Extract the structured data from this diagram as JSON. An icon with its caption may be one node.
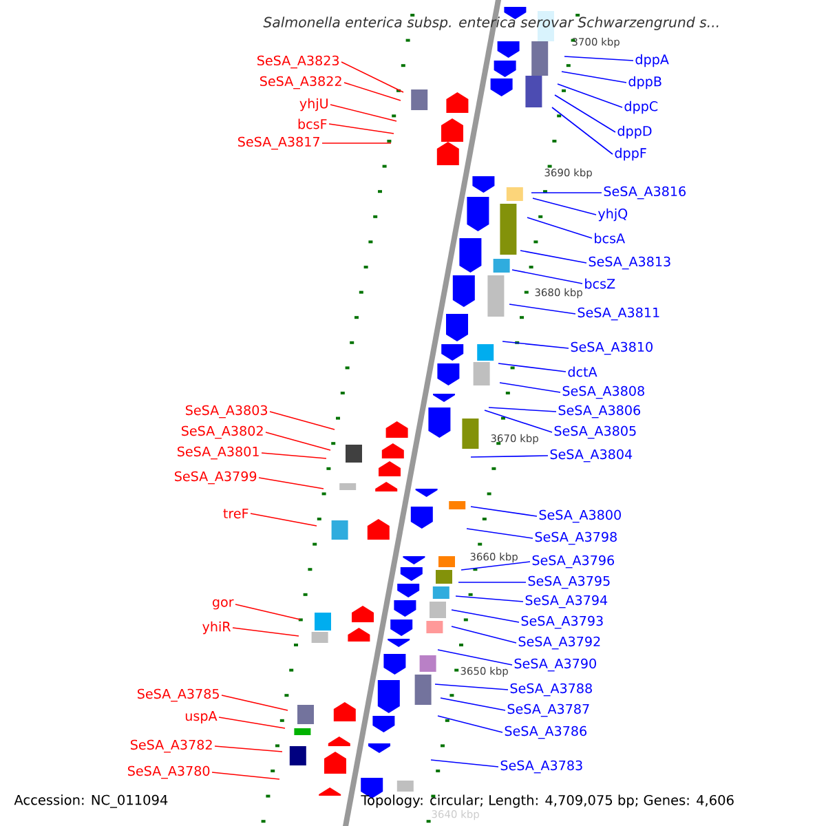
{
  "diagram": {
    "title": "Salmonella enterica subsp. enterica serovar Schwarzengrund s...",
    "nodes": [
      {
        "text": [
          "SeSA_A3823"
        ]
      },
      {
        "text": [
          "SeSA_A3822"
        ]
      },
      {
        "text": [
          "yhjU"
        ]
      },
      {
        "text": [
          "bcsF"
        ]
      },
      {
        "text": [
          "SeSA_A3817"
        ]
      },
      {
        "text": [
          "SeSA_A3803"
        ]
      },
      {
        "text": [
          "SeSA_A3802"
        ]
      },
      {
        "text": [
          "SeSA_A3801"
        ]
      },
      {
        "text": [
          "SeSA_A3799"
        ]
      },
      {
        "text": [
          "treF"
        ]
      },
      {
        "text": [
          "gor"
        ]
      },
      {
        "text": [
          "yhiR"
        ]
      },
      {
        "text": [
          "SeSA_A3785"
        ]
      },
      {
        "text": [
          "uspA"
        ]
      },
      {
        "text": [
          "SeSA_A3782"
        ]
      },
      {
        "text": [
          "SeSA_A3780"
        ]
      },
      {
        "text": [
          "dppA"
        ]
      },
      {
        "text": [
          "dppB"
        ]
      },
      {
        "text": [
          "dppC"
        ]
      },
      {
        "text": [
          "dppD"
        ]
      },
      {
        "text": [
          "dppF"
        ]
      },
      {
        "text": [
          "SeSA_A3816"
        ]
      },
      {
        "text": [
          "yhjQ"
        ]
      },
      {
        "text": [
          "bcsA"
        ]
      },
      {
        "text": [
          "SeSA_A3813"
        ]
      },
      {
        "text": [
          "bcsZ"
        ]
      },
      {
        "text": [
          "SeSA_A3811"
        ]
      },
      {
        "text": [
          "SeSA_A3810"
        ]
      },
      {
        "text": [
          "dctA"
        ]
      },
      {
        "text": [
          "SeSA_A3808"
        ]
      },
      {
        "text": [
          "SeSA_A3806"
        ]
      },
      {
        "text": [
          "SeSA_A3805"
        ]
      },
      {
        "text": [
          "SeSA_A3804"
        ]
      },
      {
        "text": [
          "SeSA_A3800"
        ]
      },
      {
        "text": [
          "SeSA_A3798"
        ]
      },
      {
        "text": [
          "SeSA_A3796"
        ]
      },
      {
        "text": [
          "SeSA_A3795"
        ]
      },
      {
        "text": [
          "SeSA_A3794"
        ]
      },
      {
        "text": [
          "SeSA_A3793"
        ]
      },
      {
        "text": [
          "SeSA_A3792"
        ]
      },
      {
        "text": [
          "SeSA_A3790"
        ]
      },
      {
        "text": [
          "SeSA_A3788"
        ]
      },
      {
        "text": [
          "SeSA_A3787"
        ]
      },
      {
        "text": [
          "SeSA_A3786"
        ]
      },
      {
        "text": [
          "SeSA_A3783"
        ]
      }
    ],
    "edges": [
      {
        "from": 0,
        "to": null,
        "arrow": "none",
        "color": "#ff0000"
      },
      {
        "from": 1,
        "to": null,
        "arrow": "none",
        "color": "#ff0000"
      },
      {
        "from": 2,
        "to": null,
        "arrow": "none",
        "color": "#ff0000"
      },
      {
        "from": 3,
        "to": null,
        "arrow": "none",
        "color": "#ff0000"
      },
      {
        "from": 4,
        "to": null,
        "arrow": "none",
        "color": "#ff0000"
      },
      {
        "from": 5,
        "to": null,
        "arrow": "none",
        "color": "#ff0000"
      },
      {
        "from": 6,
        "to": null,
        "arrow": "none",
        "color": "#ff0000"
      },
      {
        "from": 7,
        "to": null,
        "arrow": "none",
        "color": "#ff0000"
      },
      {
        "from": 8,
        "to": null,
        "arrow": "none",
        "color": "#ff0000"
      },
      {
        "from": 9,
        "to": null,
        "arrow": "none",
        "color": "#ff0000"
      },
      {
        "from": 10,
        "to": null,
        "arrow": "none",
        "color": "#ff0000"
      },
      {
        "from": 11,
        "to": null,
        "arrow": "none",
        "color": "#ff0000"
      },
      {
        "from": 12,
        "to": null,
        "arrow": "none",
        "color": "#ff0000"
      },
      {
        "from": 13,
        "to": null,
        "arrow": "none",
        "color": "#ff0000"
      },
      {
        "from": 14,
        "to": null,
        "arrow": "none",
        "color": "#ff0000"
      },
      {
        "from": 15,
        "to": null,
        "arrow": "none",
        "color": "#ff0000"
      },
      {
        "from": 16,
        "to": null,
        "arrow": "none"
      },
      {
        "from": 17,
        "to": null,
        "arrow": "none"
      },
      {
        "from": 18,
        "to": null,
        "arrow": "none"
      },
      {
        "from": 19,
        "to": null,
        "arrow": "none"
      },
      {
        "from": 20,
        "to": null,
        "arrow": "none"
      },
      {
        "from": 21,
        "to": null,
        "arrow": "none"
      },
      {
        "from": 22,
        "to": null,
        "arrow": "none"
      },
      {
        "from": 23,
        "to": null,
        "arrow": "none"
      },
      {
        "from": 24,
        "to": null,
        "arrow": "none"
      },
      {
        "from": 25,
        "to": null,
        "arrow": "none"
      },
      {
        "from": 26,
        "to": null,
        "arrow": "none"
      },
      {
        "from": 27,
        "to": null,
        "arrow": "none"
      },
      {
        "from": 28,
        "to": null,
        "arrow": "none"
      },
      {
        "from": 29,
        "to": null,
        "arrow": "none"
      },
      {
        "from": 30,
        "to": null,
        "arrow": "none"
      },
      {
        "from": 31,
        "to": null,
        "arrow": "none"
      },
      {
        "from": 32,
        "to": null,
        "arrow": "none"
      },
      {
        "from": 33,
        "to": null,
        "arrow": "none"
      },
      {
        "from": 34,
        "to": null,
        "arrow": "none"
      },
      {
        "from": 35,
        "to": null,
        "arrow": "none"
      },
      {
        "from": 36,
        "to": null,
        "arrow": "none"
      },
      {
        "from": 37,
        "to": null,
        "arrow": "none"
      },
      {
        "from": 38,
        "to": null,
        "arrow": "none"
      },
      {
        "from": 39,
        "to": null,
        "arrow": "none"
      },
      {
        "from": 40,
        "to": null,
        "arrow": "none"
      },
      {
        "from": 41,
        "to": null,
        "arrow": "none"
      },
      {
        "from": 42,
        "to": null,
        "arrow": "none"
      },
      {
        "from": 43,
        "to": null,
        "arrow": "none"
      },
      {
        "from": 44,
        "to": null,
        "arrow": "none"
      }
    ],
    "labels": [
      "3700 kbp",
      "3690 kbp",
      "3680 kbp",
      "3670 kbp",
      "3660 kbp",
      "3650 kbp",
      "3640 kbp",
      "Accession: NC_011094",
      "Topology: circular; Length: 4,709,075 bp; Genes: 4,606"
    ]
  }
}
